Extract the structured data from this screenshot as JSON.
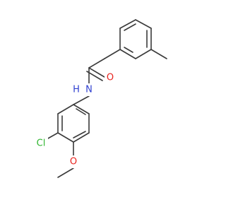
{
  "molecule": {
    "atoms": {
      "oxygen_carbonyl": "O",
      "nitrogen_amide": "N",
      "hydrogen_amide": "H",
      "chlorine": "Cl",
      "oxygen_methoxy": "O"
    },
    "colors": {
      "bond": "#3a3a3a",
      "oxygen": "#e8231e",
      "nitrogen": "#2f3fd0",
      "chlorine": "#2fb52f"
    }
  }
}
